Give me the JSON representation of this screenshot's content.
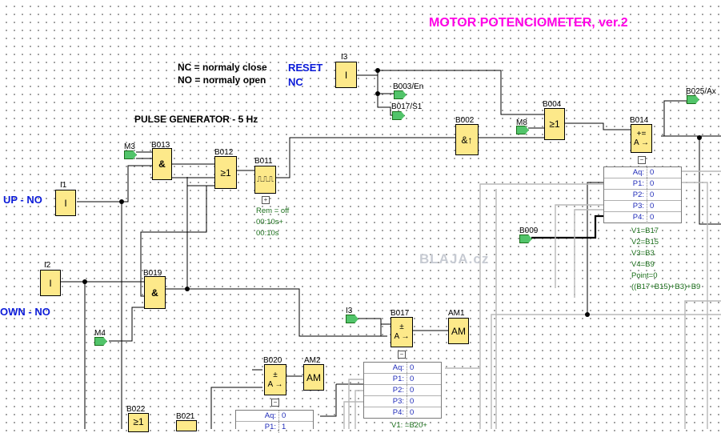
{
  "title": "MOTOR POTENCIOMETER, ver.2",
  "notes": {
    "nc": "NC = normaly close",
    "no": "NO = normaly open"
  },
  "labels": {
    "reset": "RESET",
    "nc": "NC",
    "up_no": "UP - NO",
    "down_no": "OWN - NO",
    "pulse_generator": "PULSE GENERATOR - 5 Hz",
    "watermark": "BLAJA.cz"
  },
  "blocks": {
    "i1": {
      "name": "I1",
      "symbol": "I"
    },
    "i2": {
      "name": "I2",
      "symbol": "I"
    },
    "i3": {
      "name": "I3",
      "symbol": "I"
    },
    "b013": {
      "name": "B013",
      "symbol": "&"
    },
    "b012": {
      "name": "B012",
      "symbol": "≥1"
    },
    "b011": {
      "name": "B011",
      "symbol": "⎍⎍⎍"
    },
    "b002": {
      "name": "B002",
      "symbol": "&↑"
    },
    "b004": {
      "name": "B004",
      "symbol": "≥1"
    },
    "b014": {
      "name": "B014",
      "symbol_top": "+=",
      "symbol_bottom": "A →"
    },
    "b019": {
      "name": "B019",
      "symbol": "&"
    },
    "b017": {
      "name": "B017",
      "symbol_top": "±",
      "symbol_bottom": "A →"
    },
    "am1": {
      "name": "AM1",
      "symbol": "AM"
    },
    "b020": {
      "name": "B020",
      "symbol_top": "±",
      "symbol_bottom": "A →"
    },
    "am2": {
      "name": "AM2",
      "symbol": "AM"
    },
    "b022": {
      "name": "B022",
      "symbol": "≥1"
    },
    "b021": {
      "name": "B021",
      "symbol": ""
    }
  },
  "pins": {
    "m3": "M3",
    "m4": "M4",
    "m8": "M8",
    "i3": "I3",
    "b003_en": "B003/En",
    "b017_s1": "B017/S1",
    "b025_ax": "B025/Ax",
    "b009": "B009"
  },
  "b011_params": {
    "rem": "Rem = off",
    "t1": "00:10s+",
    "t2": "00:10s"
  },
  "table_b014": [
    {
      "k": "Aq:",
      "v": "0"
    },
    {
      "k": "P1:",
      "v": "0"
    },
    {
      "k": "P2:",
      "v": "0"
    },
    {
      "k": "P3:",
      "v": "0"
    },
    {
      "k": "P4:",
      "v": "0"
    }
  ],
  "b014_params": [
    "V1=B17",
    "V2=B15",
    "V3=B3",
    "V4=B9",
    "Point=0",
    "((B17+B15)+B3)+B9"
  ],
  "table_b017": [
    {
      "k": "Aq:",
      "v": "0"
    },
    {
      "k": "P1:",
      "v": "0"
    },
    {
      "k": "P2:",
      "v": "0"
    },
    {
      "k": "P3:",
      "v": "0"
    },
    {
      "k": "P4:",
      "v": "0"
    }
  ],
  "b017_params": [
    "V1: =B20+"
  ],
  "table_b020": [
    {
      "k": "Aq:",
      "v": "0"
    },
    {
      "k": "P1:",
      "v": "1"
    }
  ],
  "colors": {
    "title": "#ff00e6",
    "label": "#0a1ad8",
    "block": "#fde98a",
    "pin": "#52c46a",
    "param": "#1a6e1a"
  }
}
